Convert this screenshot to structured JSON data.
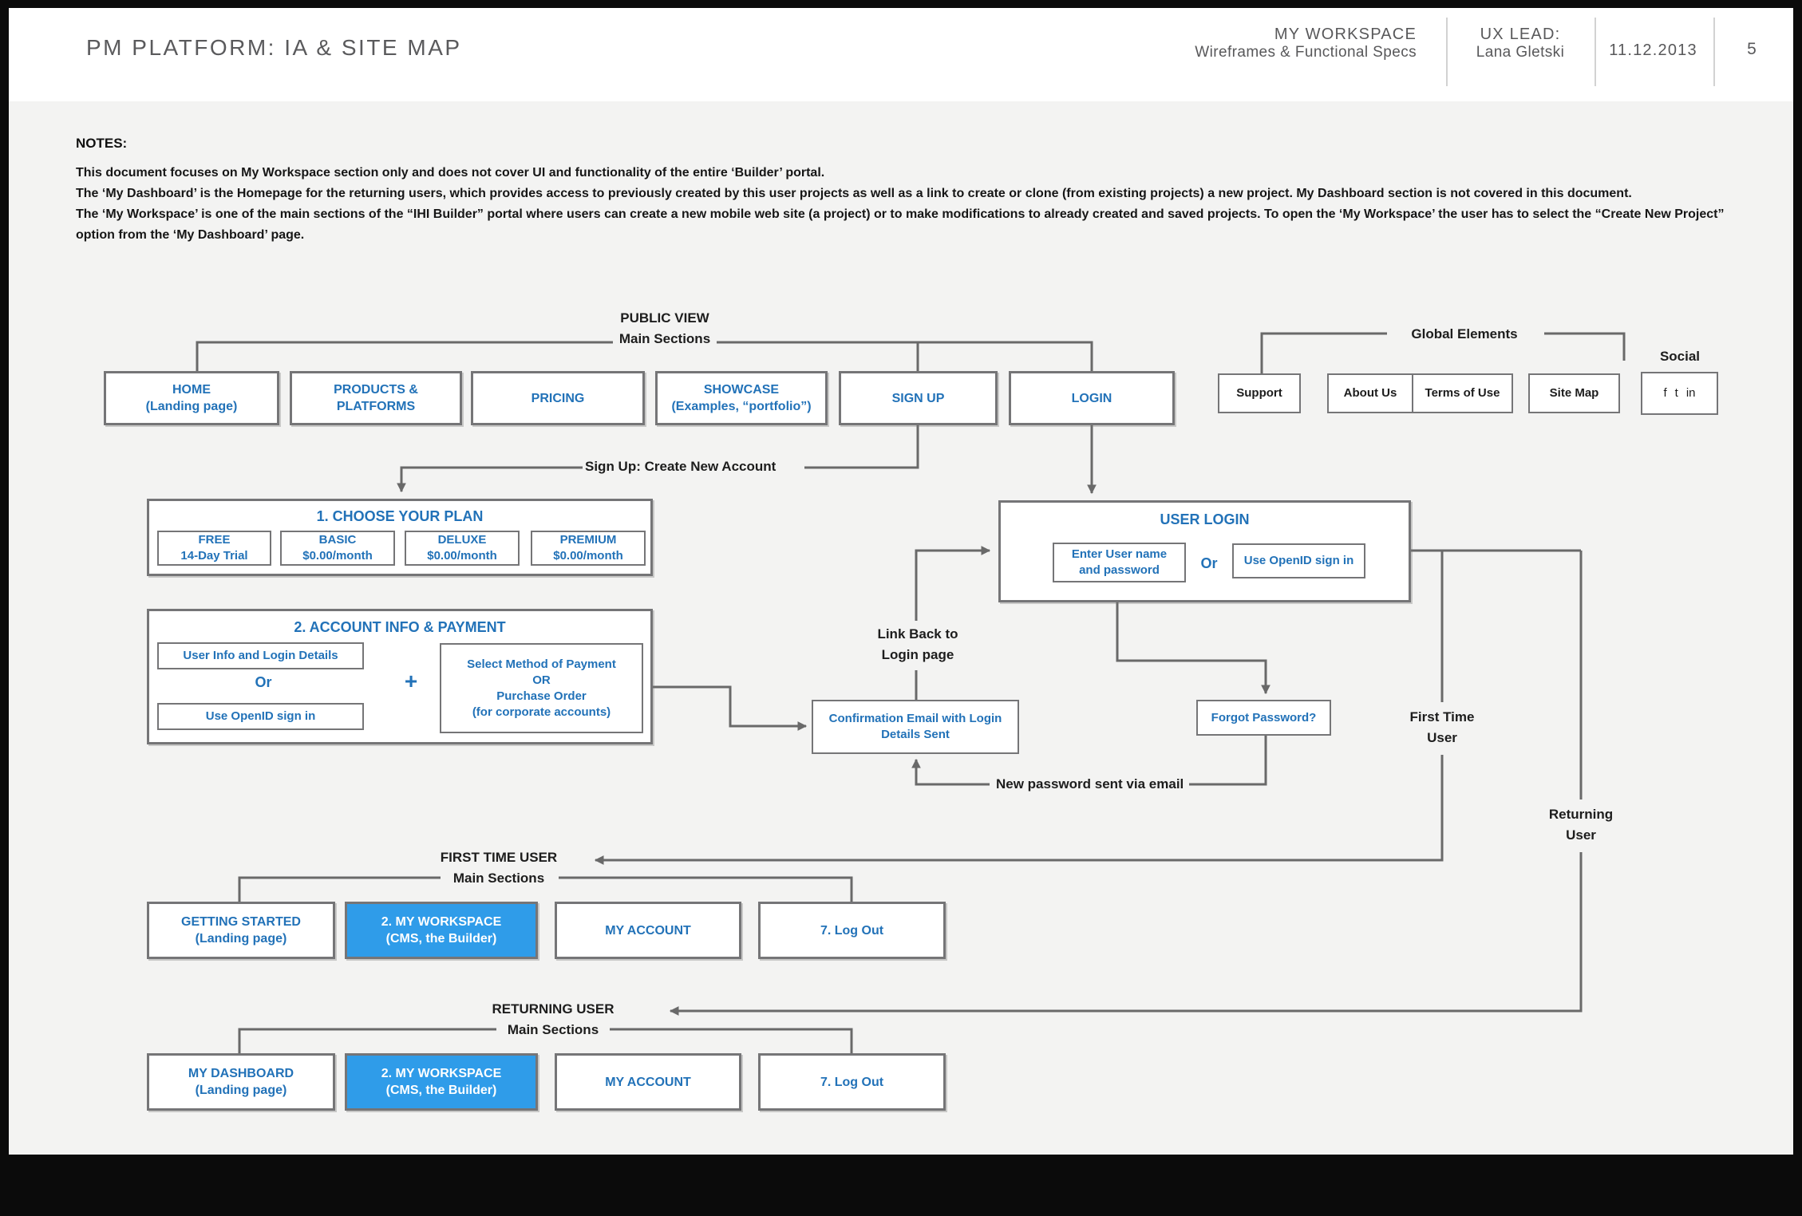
{
  "header": {
    "title": "PM PLATFORM:  IA & SITE MAP",
    "doc_title_line1": "MY WORKSPACE",
    "doc_title_line2": "Wireframes & Functional Specs",
    "ux_lead_label": "UX LEAD:",
    "ux_lead_name": "Lana Gletski",
    "date": "11.12.2013",
    "page_number": "5"
  },
  "notes": {
    "heading": "NOTES:",
    "line1": "This document focuses on My Workspace section only and does not cover UI and functionality of the entire ‘Builder’ portal.",
    "line2": "The ‘My Dashboard’ is the Homepage for the returning users, which provides access to previously created by this user projects as well as a link to create or clone (from existing projects) a new project.  My Dashboard  section is not covered in this document.",
    "line3": "The ‘My Workspace’ is one of the main sections of the “IHI Builder” portal where users can create a new mobile web site (a project) or to make modifications to already created  and saved projects.  To open the ‘My Workspace’ the user has to select the “Create New Project” option from the ‘My Dashboard’ page."
  },
  "public_view": {
    "heading_line1": "PUBLIC VIEW",
    "heading_line2": "Main Sections",
    "home": {
      "l1": "HOME",
      "l2": "(Landing page)"
    },
    "products": {
      "l1": "PRODUCTS &",
      "l2": "PLATFORMS"
    },
    "pricing": {
      "l1": "PRICING"
    },
    "showcase": {
      "l1": "SHOWCASE",
      "l2": "(Examples, “portfolio”)"
    },
    "signup": {
      "l1": "SIGN UP"
    },
    "login": {
      "l1": "LOGIN"
    }
  },
  "global_elements": {
    "heading": "Global Elements",
    "social_label": "Social",
    "support": "Support",
    "about": "About Us",
    "terms": "Terms of Use",
    "sitemap": "Site Map",
    "social_icons": [
      "f",
      "t",
      "in"
    ]
  },
  "signup_flow": {
    "create_label": "Sign Up: Create New Account",
    "plan_title": "1. CHOOSE YOUR PLAN",
    "free": {
      "l1": "FREE",
      "l2": "14-Day Trial"
    },
    "basic": {
      "l1": "BASIC",
      "l2": "$0.00/month"
    },
    "deluxe": {
      "l1": "DELUXE",
      "l2": "$0.00/month"
    },
    "premium": {
      "l1": "PREMIUM",
      "l2": "$0.00/month"
    },
    "account_title": "2.  ACCOUNT INFO & PAYMENT",
    "user_info": "User Info and Login Details",
    "or": "Or",
    "openid": "Use OpenID sign in",
    "plus": "+",
    "payment": {
      "l1": "Select Method of Payment",
      "l2": "OR",
      "l3": "Purchase Order",
      "l4": "(for corporate accounts)"
    }
  },
  "login_flow": {
    "user_login_title": "USER LOGIN",
    "enter_user": {
      "l1": "Enter User name",
      "l2": "and password"
    },
    "or": "Or",
    "openid": "Use OpenID sign in",
    "link_back": {
      "l1": "Link Back to",
      "l2": "Login page"
    },
    "confirmation": {
      "l1": "Confirmation Email with  Login",
      "l2": "Details Sent"
    },
    "forgot": "Forgot Password?",
    "new_password": "New password sent via email",
    "first_time": {
      "l1": "First Time",
      "l2": "User"
    },
    "returning": {
      "l1": "Returning",
      "l2": "User"
    }
  },
  "first_time_user": {
    "heading_line1": "FIRST TIME USER",
    "heading_line2": "Main Sections",
    "getting_started": {
      "l1": "GETTING STARTED",
      "l2": "(Landing page)"
    },
    "my_workspace": {
      "l1": "2. MY WORKSPACE",
      "l2": "(CMS, the  Builder)"
    },
    "my_account": {
      "l1": "MY ACCOUNT"
    },
    "logout": {
      "l1": "7. Log Out"
    }
  },
  "returning_user": {
    "heading_line1": "RETURNING USER",
    "heading_line2": "Main Sections",
    "my_dashboard": {
      "l1": "MY DASHBOARD",
      "l2": "(Landing page)"
    },
    "my_workspace": {
      "l1": "2. MY WORKSPACE",
      "l2": "(CMS, the  Builder)"
    },
    "my_account": {
      "l1": "MY ACCOUNT"
    },
    "logout": {
      "l1": "7. Log Out"
    }
  },
  "colors": {
    "accent_blue_text": "#2272b8",
    "highlight_blue": "#2f9ce9",
    "line_gray": "#696969",
    "box_border": "#757577"
  }
}
